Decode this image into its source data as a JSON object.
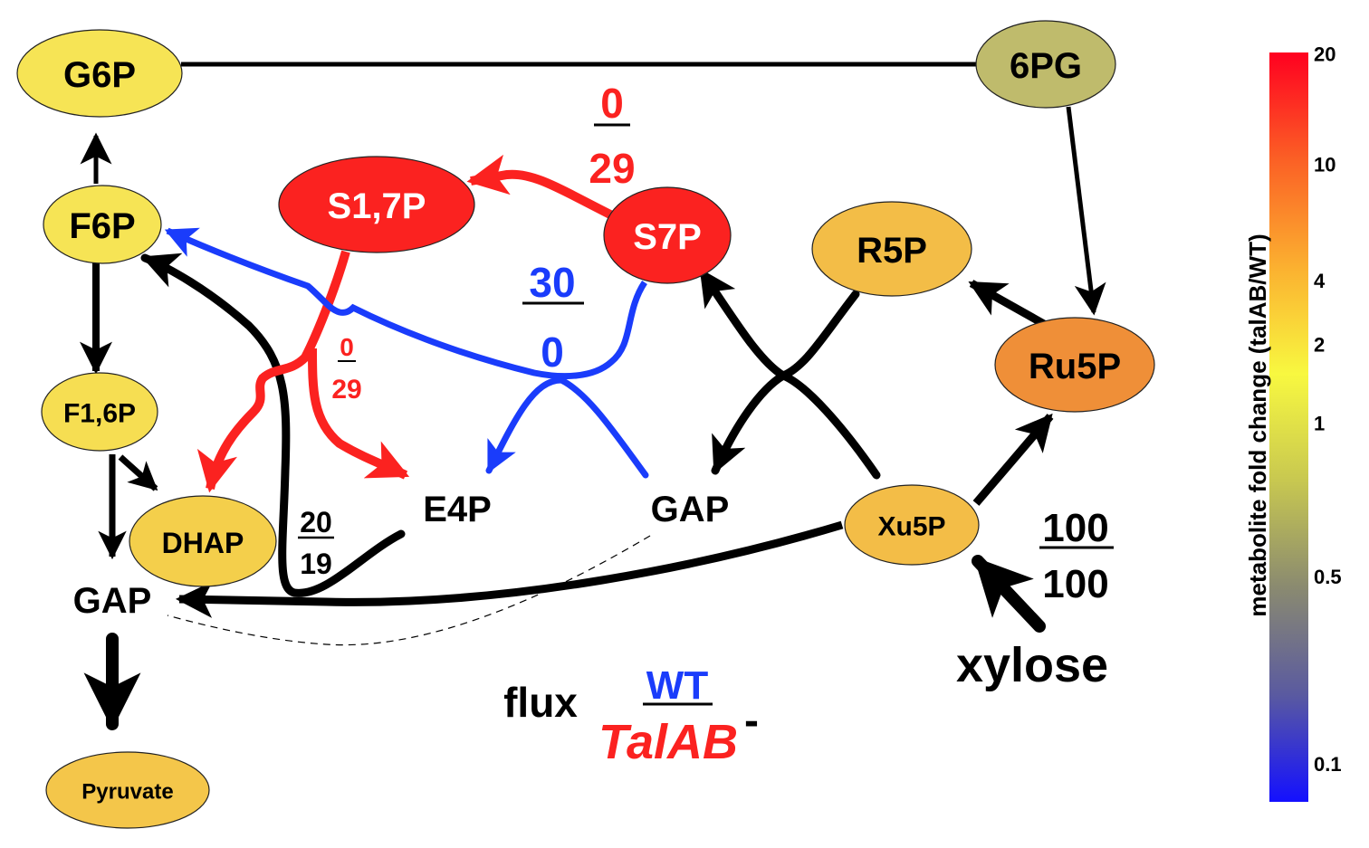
{
  "diagram": {
    "title": "Pentose phosphate pathway flux and metabolite fold change",
    "nodes": [
      {
        "id": "G6P",
        "label": "G6P",
        "fill": "#f6e455",
        "text_color": "#000000"
      },
      {
        "id": "6PG",
        "label": "6PG",
        "fill": "#bfbb6c",
        "text_color": "#000000"
      },
      {
        "id": "F6P",
        "label": "F6P",
        "fill": "#f6e455",
        "text_color": "#000000"
      },
      {
        "id": "S17P",
        "label": "S1,7P",
        "fill": "#fb2220",
        "text_color": "#ffffff"
      },
      {
        "id": "S7P",
        "label": "S7P",
        "fill": "#fb2220",
        "text_color": "#ffffff"
      },
      {
        "id": "R5P",
        "label": "R5P",
        "fill": "#f3bd47",
        "text_color": "#000000"
      },
      {
        "id": "Ru5P",
        "label": "Ru5P",
        "fill": "#ef8f38",
        "text_color": "#000000"
      },
      {
        "id": "F16P",
        "label": "F1,6P",
        "fill": "#f6de52",
        "text_color": "#000000"
      },
      {
        "id": "DHAP",
        "label": "DHAP",
        "fill": "#f4cf4b",
        "text_color": "#000000"
      },
      {
        "id": "Xu5P",
        "label": "Xu5P",
        "fill": "#f3bd47",
        "text_color": "#000000"
      },
      {
        "id": "Pyruvate",
        "label": "Pyruvate",
        "fill": "#f4c64a",
        "text_color": "#000000"
      }
    ],
    "free_labels": {
      "e4p": "E4P",
      "gap_mid": "GAP",
      "gap_left": "GAP",
      "xylose": "xylose"
    },
    "fluxes": [
      {
        "id": "s7p-to-s17p",
        "wt": "0",
        "talab": "29",
        "color_wt": "#fb2220",
        "color_talab": "#fb2220"
      },
      {
        "id": "transaldolase",
        "wt": "30",
        "talab": "0",
        "color_wt": "#1a3cfb",
        "color_talab": "#1a3cfb"
      },
      {
        "id": "s17p-split",
        "wt": "0",
        "talab": "29",
        "color_wt": "#fb2220",
        "color_talab": "#fb2220"
      },
      {
        "id": "e4p-to-f6p",
        "wt": "20",
        "talab": "19",
        "color_wt": "#000000",
        "color_talab": "#000000"
      },
      {
        "id": "xylose-uptake",
        "wt": "100",
        "talab": "100",
        "color_wt": "#000000",
        "color_talab": "#000000"
      }
    ],
    "legend": {
      "flux_label": "flux",
      "wt_label": "WT",
      "mutant_label": "TalAB",
      "mutant_superscript": "-",
      "wt_color": "#1a3cfb",
      "mutant_color": "#fb2220"
    },
    "colorbar": {
      "title": "metabolite fold change (talAB/WT)",
      "ticks": [
        "20",
        "10",
        "4",
        "2",
        "1",
        "0.5",
        "0.1"
      ],
      "tick_values": [
        20,
        10,
        4,
        2,
        1,
        0.5,
        0.1
      ],
      "range": [
        0.07,
        20
      ],
      "scale": "log",
      "color_stops": [
        "#1410ff",
        "#5a5aa0",
        "#8a8a70",
        "#c8c850",
        "#f8f840",
        "#fbb030",
        "#fb6025",
        "#ff0020"
      ]
    },
    "colors": {
      "wt_pathway": "#1a3cfb",
      "mutant_pathway": "#fb2220",
      "shared": "#000000"
    }
  }
}
